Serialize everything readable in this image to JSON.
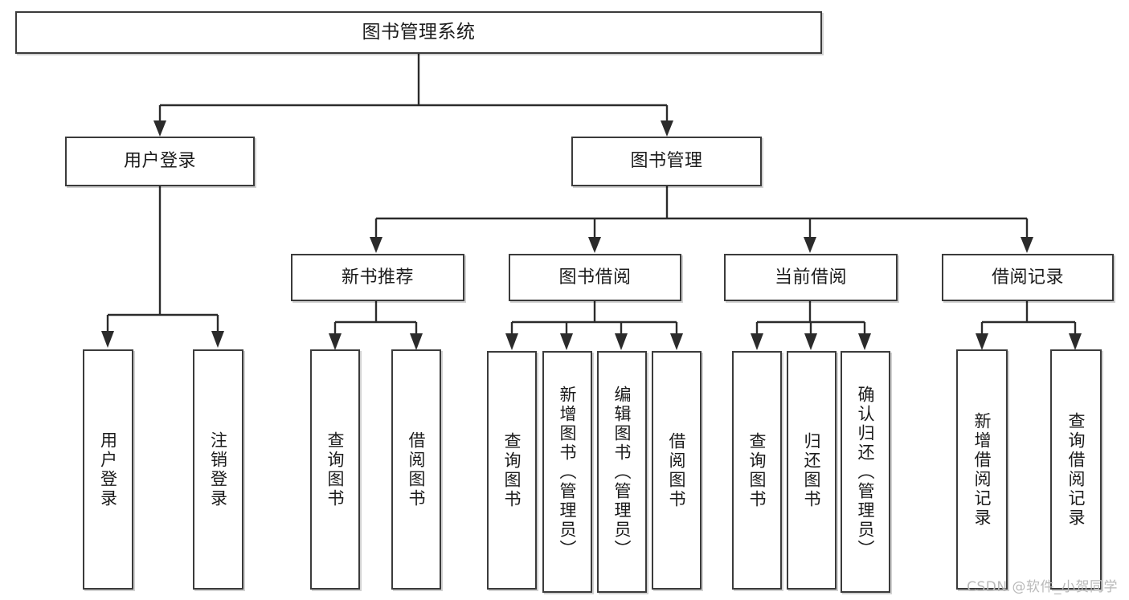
{
  "diagram": {
    "title": "图书管理系统",
    "type": "tree-hierarchy",
    "orientation": "top-down",
    "root": {
      "id": "root",
      "label": "图书管理系统"
    },
    "level2": [
      {
        "id": "user-login",
        "label": "用户登录"
      },
      {
        "id": "book-manage",
        "label": "图书管理"
      }
    ],
    "level3": [
      {
        "id": "new-book-rec",
        "label": "新书推荐",
        "parent": "book-manage"
      },
      {
        "id": "book-borrow",
        "label": "图书借阅",
        "parent": "book-manage"
      },
      {
        "id": "current-borrow",
        "label": "当前借阅",
        "parent": "book-manage"
      },
      {
        "id": "borrow-record",
        "label": "借阅记录",
        "parent": "book-manage"
      }
    ],
    "leaves": [
      {
        "id": "leaf-user-login",
        "label": "用户登录",
        "parent": "user-login"
      },
      {
        "id": "leaf-user-logout",
        "label": "注销登录",
        "parent": "user-login"
      },
      {
        "id": "leaf-query-book-1",
        "label": "查询图书",
        "parent": "new-book-rec"
      },
      {
        "id": "leaf-borrow-book-1",
        "label": "借阅图书",
        "parent": "new-book-rec"
      },
      {
        "id": "leaf-query-book-2",
        "label": "查询图书",
        "parent": "book-borrow"
      },
      {
        "id": "leaf-add-book",
        "label": "新增图书（管理员）",
        "parent": "book-borrow"
      },
      {
        "id": "leaf-edit-book",
        "label": "编辑图书（管理员）",
        "parent": "book-borrow"
      },
      {
        "id": "leaf-borrow-book-2",
        "label": "借阅图书",
        "parent": "book-borrow"
      },
      {
        "id": "leaf-query-book-3",
        "label": "查询图书",
        "parent": "current-borrow"
      },
      {
        "id": "leaf-return-book",
        "label": "归还图书",
        "parent": "current-borrow"
      },
      {
        "id": "leaf-confirm-return",
        "label": "确认归还（管理员）",
        "parent": "current-borrow"
      },
      {
        "id": "leaf-add-record",
        "label": "新增借阅记录",
        "parent": "borrow-record"
      },
      {
        "id": "leaf-query-record",
        "label": "查询借阅记录",
        "parent": "borrow-record"
      }
    ],
    "watermark": "CSDN @软件_小贺同学",
    "colors": {
      "border": "#3b3b3b",
      "line": "#2b2b2b",
      "text": "#1b1b1b",
      "background": "#ffffff",
      "watermark": "#b9b9b9"
    }
  }
}
